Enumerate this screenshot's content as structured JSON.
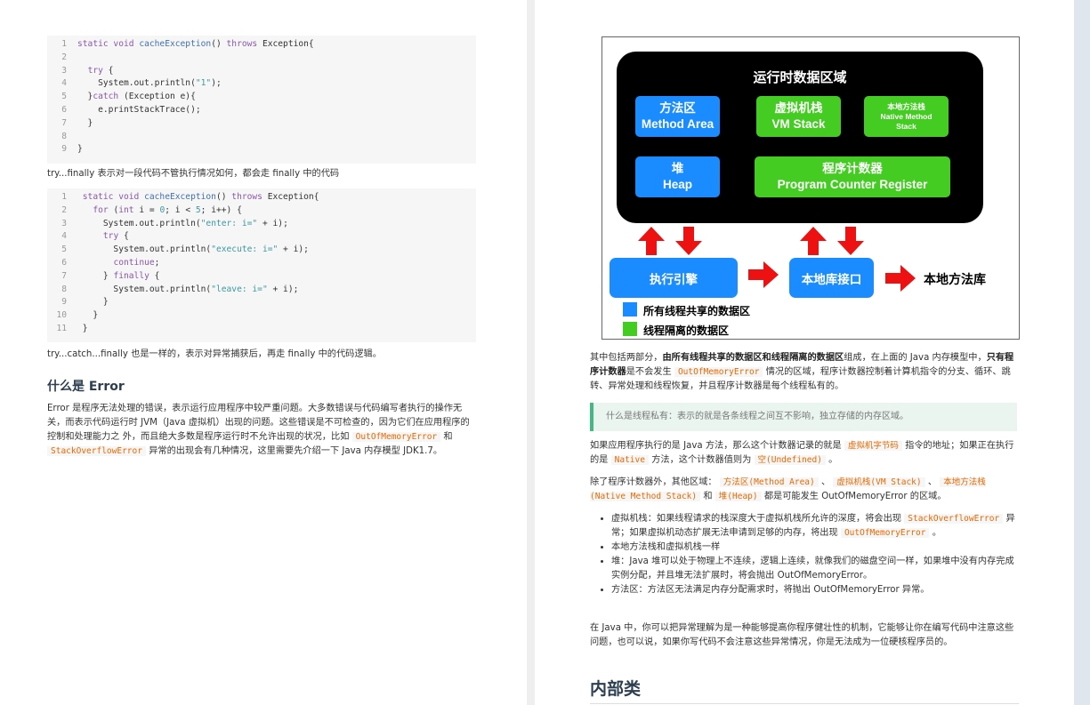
{
  "left": {
    "code1": [
      [
        {
          "t": "static void ",
          "c": "kw"
        },
        {
          "t": "cacheException",
          "c": "fn"
        },
        {
          "t": "() "
        },
        {
          "t": "throws",
          "c": "kw"
        },
        {
          "t": " Exception{"
        }
      ],
      [],
      [
        {
          "t": "  "
        },
        {
          "t": "try",
          "c": "kw"
        },
        {
          "t": " {"
        }
      ],
      [
        {
          "t": "    System.out.println("
        },
        {
          "t": "\"1\"",
          "c": "st"
        },
        {
          "t": ");"
        }
      ],
      [
        {
          "t": "  }"
        },
        {
          "t": "catch",
          "c": "kw"
        },
        {
          "t": " (Exception e){"
        }
      ],
      [
        {
          "t": "    e.printStackTrace();"
        }
      ],
      [
        {
          "t": "  }"
        }
      ],
      [],
      [
        {
          "t": "}"
        }
      ]
    ],
    "p1": "try...finally 表示对一段代码不管执行情况如何，都会走 finally 中的代码",
    "code2": [
      [
        {
          "t": "static void ",
          "c": "kw"
        },
        {
          "t": "cacheException",
          "c": "fn"
        },
        {
          "t": "() "
        },
        {
          "t": "throws",
          "c": "kw"
        },
        {
          "t": " Exception{"
        }
      ],
      [
        {
          "t": "  "
        },
        {
          "t": "for",
          "c": "kw"
        },
        {
          "t": " ("
        },
        {
          "t": "int",
          "c": "kw"
        },
        {
          "t": " i = "
        },
        {
          "t": "0",
          "c": "st"
        },
        {
          "t": "; i < "
        },
        {
          "t": "5",
          "c": "st"
        },
        {
          "t": "; i++) {"
        }
      ],
      [
        {
          "t": "    System.out.println("
        },
        {
          "t": "\"enter: i=\"",
          "c": "st"
        },
        {
          "t": " + i);"
        }
      ],
      [
        {
          "t": "    "
        },
        {
          "t": "try",
          "c": "kw"
        },
        {
          "t": " {"
        }
      ],
      [
        {
          "t": "      System.out.println("
        },
        {
          "t": "\"execute: i=\"",
          "c": "st"
        },
        {
          "t": " + i);"
        }
      ],
      [
        {
          "t": "      "
        },
        {
          "t": "continue",
          "c": "kw"
        },
        {
          "t": ";"
        }
      ],
      [
        {
          "t": "    } "
        },
        {
          "t": "finally",
          "c": "kw"
        },
        {
          "t": " {"
        }
      ],
      [
        {
          "t": "      System.out.println("
        },
        {
          "t": "\"leave: i=\"",
          "c": "st"
        },
        {
          "t": " + i);"
        }
      ],
      [
        {
          "t": "    }"
        }
      ],
      [
        {
          "t": "  }"
        }
      ],
      [
        {
          "t": "}"
        }
      ]
    ],
    "p2": "try...catch...finally 也是一样的，表示对异常捕获后，再走 finally 中的代码逻辑。",
    "h_error": "什么是 Error",
    "p3": [
      {
        "t": "Error 是程序无法处理的错误，表示运行应用程序中较严重问题。大多数错误与代码编写者执行的操作无关，而表示代码运行时 JVM（Java 虚拟机）出现的问题。这些错误是不可检查的，因为它们在应用程序的控制和处理能力之 外，而且绝大多数是程序运行时不允许出现的状况，比如 "
      },
      {
        "t": "OutOfMemoryError",
        "c": "ic"
      },
      {
        "t": " 和 "
      },
      {
        "t": "StackOverflowError",
        "c": "ic"
      },
      {
        "t": " 异常的出现会有几种情况，这里需要先介绍一下 Java 内存模型 JDK1.7。"
      }
    ]
  },
  "diagram": {
    "title": "运行时数据区域",
    "method_area": [
      "方法区",
      "Method Area"
    ],
    "vm_stack": [
      "虚拟机栈",
      "VM Stack"
    ],
    "native_stack": [
      "本地方法栈",
      "Native Method",
      "Stack"
    ],
    "heap": [
      "堆",
      "Heap"
    ],
    "pc": [
      "程序计数器",
      "Program Counter Register"
    ],
    "exec_engine": "执行引擎",
    "native_iface": "本地库接口",
    "native_lib": "本地方法库",
    "legend_shared": "所有线程共享的数据区",
    "legend_isolated": "线程隔离的数据区",
    "colors": {
      "blue": "#1a8cff",
      "green": "#44cc22",
      "red": "#ee1111"
    }
  },
  "right": {
    "p1": [
      {
        "t": "其中包括两部分，"
      },
      {
        "t": "由所有线程共享的数据区和线程隔离的数据区",
        "c": "b"
      },
      {
        "t": "组成，在上面的 Java 内存模型中，"
      },
      {
        "t": "只有程序计数器",
        "c": "b"
      },
      {
        "t": "是不会发生 "
      },
      {
        "t": "OutOfMemoryError",
        "c": "ic"
      },
      {
        "t": " 情况的区域，程序计数器控制着计算机指令的分支、循环、跳转、异常处理和线程恢复，并且程序计数器是每个线程私有的。"
      }
    ],
    "tip": "什么是线程私有：表示的就是各条线程之间互不影响，独立存储的内存区域。",
    "p2": [
      {
        "t": "如果应用程序执行的是 Java 方法，那么这个计数器记录的就是 "
      },
      {
        "t": "虚拟机字节码",
        "c": "ic"
      },
      {
        "t": " 指令的地址；如果正在执行的是 "
      },
      {
        "t": "Native",
        "c": "ic"
      },
      {
        "t": " 方法，这个计数器值则为 "
      },
      {
        "t": "空(Undefined)",
        "c": "ic"
      },
      {
        "t": " 。"
      }
    ],
    "p3": [
      {
        "t": "除了程序计数器外，其他区域： "
      },
      {
        "t": "方法区(Method Area)",
        "c": "ic"
      },
      {
        "t": " 、 "
      },
      {
        "t": "虚拟机栈(VM Stack)",
        "c": "ic"
      },
      {
        "t": " 、 "
      },
      {
        "t": "本地方法栈(Native Method Stack)",
        "c": "ic"
      },
      {
        "t": " 和 "
      },
      {
        "t": "堆(Heap)",
        "c": "ic"
      },
      {
        "t": " 都是可能发生 OutOfMemoryError 的区域。"
      }
    ],
    "bullets": [
      [
        {
          "t": "虚拟机栈：如果线程请求的栈深度大于虚拟机栈所允许的深度，将会出现 "
        },
        {
          "t": "StackOverflowError",
          "c": "ic"
        },
        {
          "t": " 异常；如果虚拟机动态扩展无法申请到足够的内存，将出现 "
        },
        {
          "t": "OutOfMemoryError",
          "c": "ic"
        },
        {
          "t": " 。"
        }
      ],
      [
        {
          "t": "本地方法栈和虚拟机栈一样"
        }
      ],
      [
        {
          "t": "堆：Java 堆可以处于物理上不连续，逻辑上连续，就像我们的磁盘空间一样，如果堆中没有内存完成实例分配，并且堆无法扩展时，将会抛出 OutOfMemoryError。"
        }
      ],
      [
        {
          "t": "方法区：方法区无法满足内存分配需求时，将抛出 OutOfMemoryError 异常。"
        }
      ]
    ],
    "p4": "在 Java 中，你可以把异常理解为是一种能够提高你程序健壮性的机制，它能够让你在编写代码中注意这些问题，也可以说，如果你写代码不会注意这些异常情况，你是无法成为一位硬核程序员的。",
    "h_inner": "内部类"
  }
}
